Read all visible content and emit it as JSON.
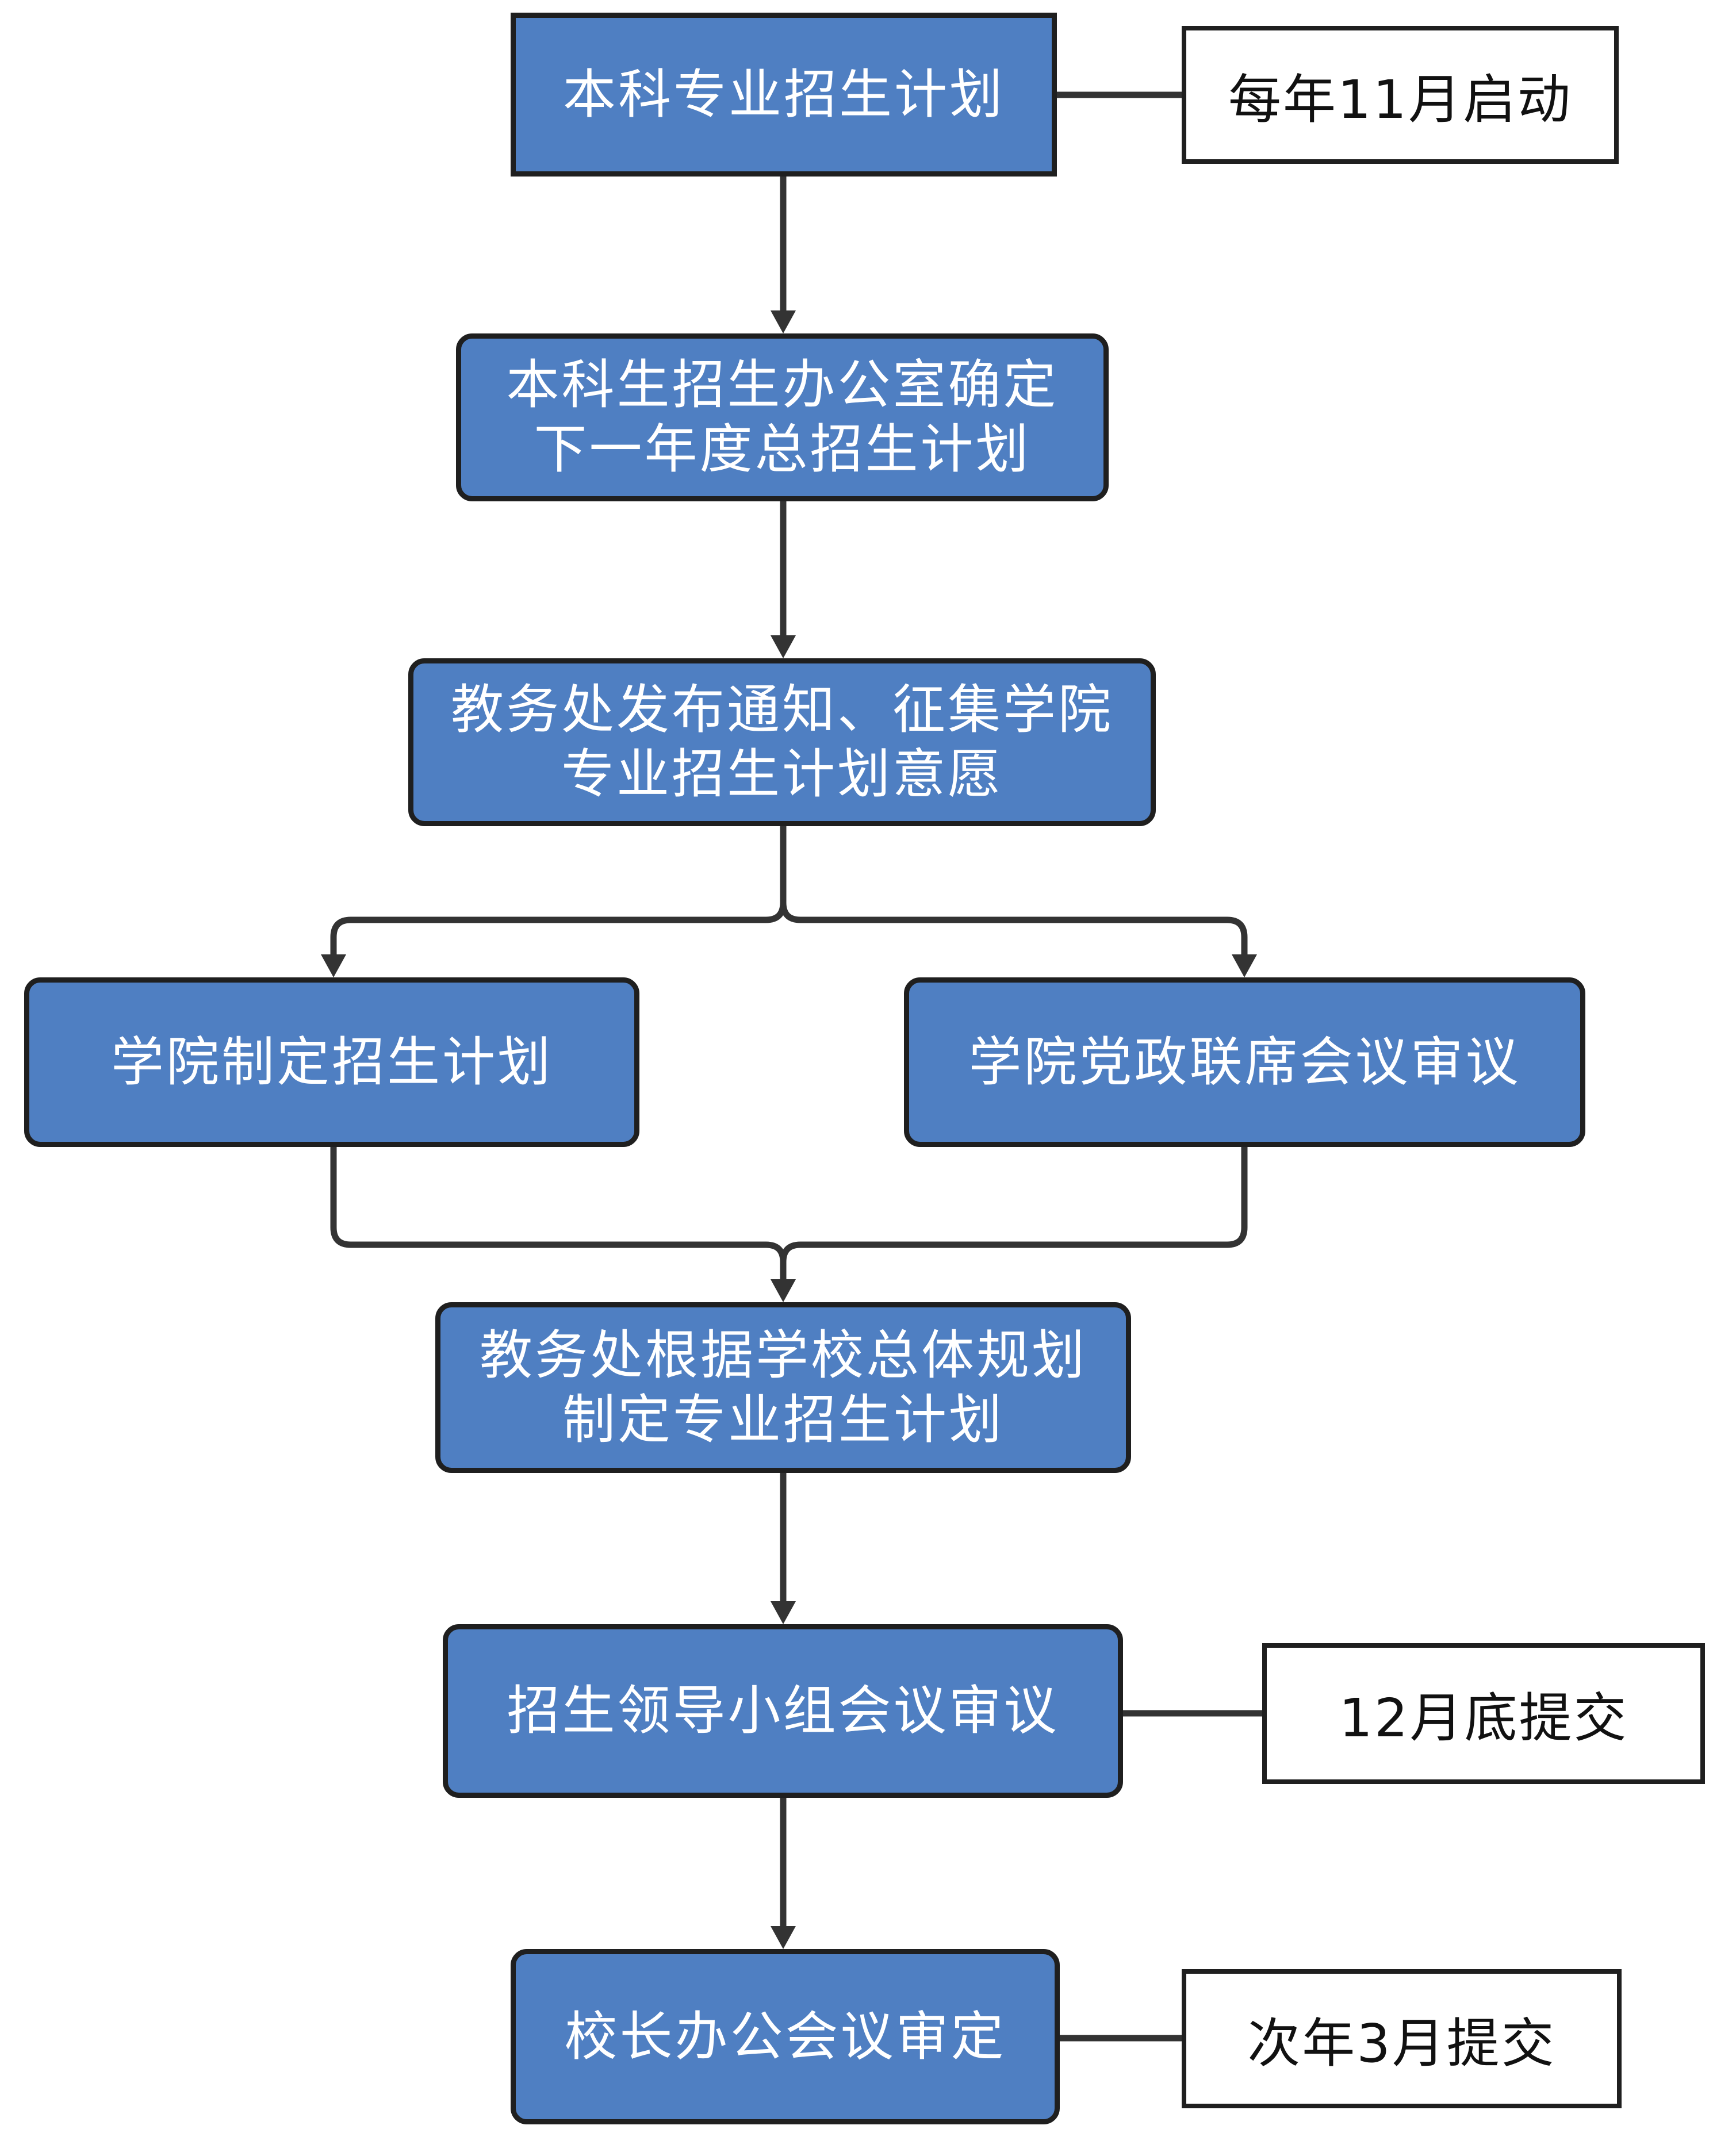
{
  "nodes": {
    "plan_start": {
      "lines": [
        "本科专业招生计划"
      ]
    },
    "office_total": {
      "lines": [
        "本科生招生办公室确定",
        "下一年度总招生计划"
      ]
    },
    "notice_collect": {
      "lines": [
        "教务处发布通知、征集学院",
        "专业招生计划意愿"
      ]
    },
    "college_plan": {
      "lines": [
        "学院制定招生计划"
      ]
    },
    "college_review": {
      "lines": [
        "学院党政联席会议审议"
      ]
    },
    "academic_affairs_plan": {
      "lines": [
        "教务处根据学校总体规划",
        "制定专业招生计划"
      ]
    },
    "leadership_review": {
      "lines": [
        "招生领导小组会议审议"
      ]
    },
    "president_approve": {
      "lines": [
        "校长办公会议审定"
      ]
    }
  },
  "notes": {
    "start_time": "每年11月启动",
    "submit_december": "12月底提交",
    "submit_march": "次年3月提交"
  },
  "colors": {
    "box_fill": "#4f7fc2",
    "border": "#1f1f1f",
    "connector": "#333333",
    "note_fill": "#ffffff"
  }
}
